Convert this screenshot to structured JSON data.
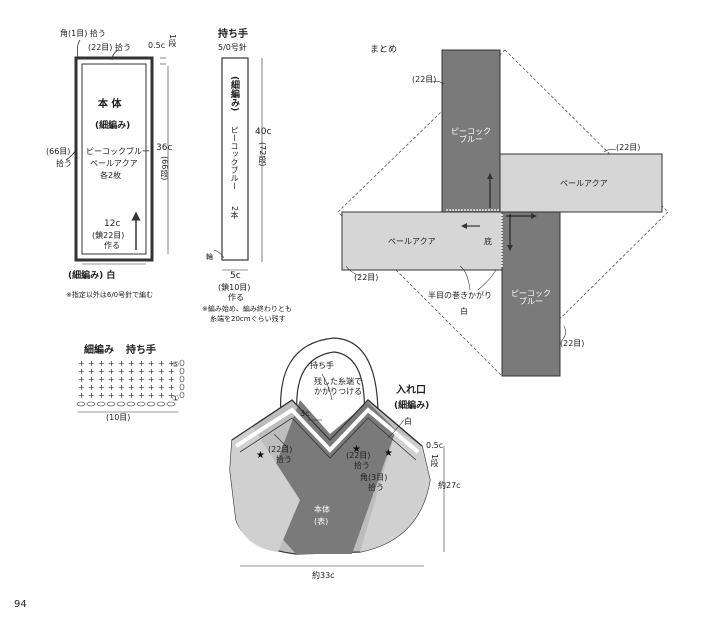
{
  "page_number": "94",
  "body_panel": {
    "corner_pickup": "角(1目) 拾う",
    "top_pickup": "(22目) 拾う",
    "edge_width": "0.5c",
    "edge_rows": "1段",
    "title": "本 体",
    "stitch": "(細編み)",
    "colors": [
      "ピーコックブルー",
      "ペールアクア",
      "各2枚"
    ],
    "side_pickup_count": "(66目)",
    "side_pickup_label": "拾う",
    "height": "36c",
    "height_rows": "(66段)",
    "width": "12c",
    "chain": "(鎖22目)",
    "make": "作る",
    "legend": "(細編み) 白",
    "note": "※指定以外は6/0号針で編む"
  },
  "handle_panel": {
    "title": "持ち手",
    "hook": "5/0号針",
    "stitch": "(細編み)",
    "color": "ピーコックブルー",
    "count": "2本",
    "height": "40c",
    "height_rows": "(72段)",
    "start_mark": "輪",
    "width": "5c",
    "chain": "(鎖10目)",
    "make": "作る",
    "note1": "※編み始め、編み終わりとも",
    "note2": "糸端を20cmぐらい残す"
  },
  "chart_panel": {
    "title1": "細編み",
    "title2": "持ち手",
    "row_end": "⑤",
    "row_start": "①",
    "width_count": "(10目)"
  },
  "assembly": {
    "title": "まとめ",
    "peacock": "ピーコック ブルー",
    "pale": "ペールアクア",
    "count": "(22目)",
    "bottom": "底",
    "joining": "半目の巻きかがり",
    "joining_color": "白"
  },
  "bag": {
    "handle": "持ち手",
    "attach_note1": "残した糸端で",
    "attach_note2": "かがりつける",
    "handle_gap": "3c",
    "pickup_count": "(22目)",
    "pickup": "拾う",
    "corner_pickup_count": "角(3目)",
    "body_label": "本体",
    "body_sub": "(表)",
    "opening_title": "入れ口",
    "opening_stitch": "(細編み)",
    "opening_color": "白",
    "edge_width": "0.5c",
    "edge_rows": "1段",
    "height": "約27c",
    "width": "約33c"
  },
  "colors": {
    "peacock": "#7a7a7a",
    "pale": "#d6d6d6",
    "line": "#333333",
    "dashed": "#555555"
  }
}
